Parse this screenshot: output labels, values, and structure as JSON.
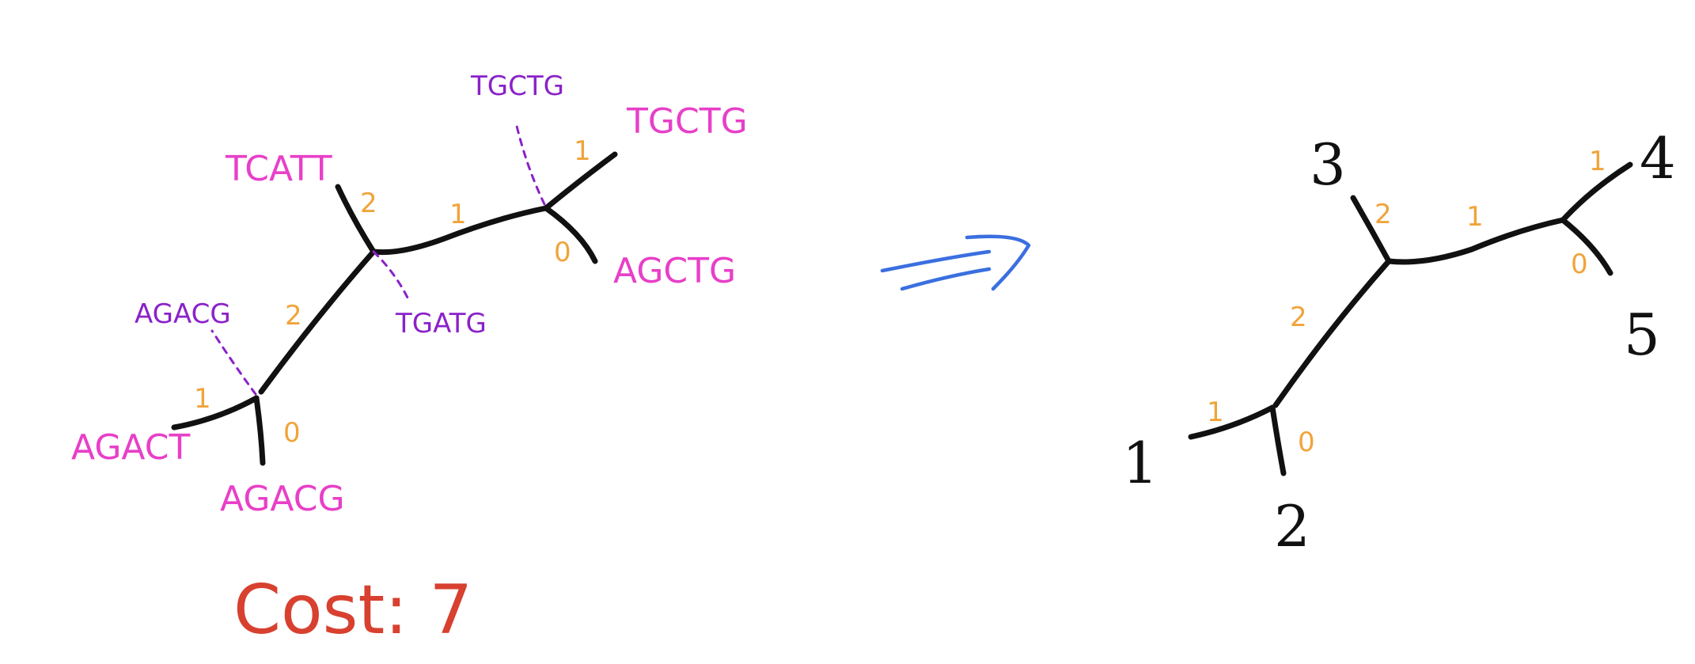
{
  "left_tree": {
    "leaves": {
      "tcatt": "TCATT",
      "tgctg_top": "TGCTG",
      "agctg": "AGCTG",
      "agact": "AGACT",
      "agacg_bottom": "AGACG"
    },
    "ancestors": {
      "agacg": "AGACG",
      "tgatg": "TGATG",
      "tgctg": "TGCTG"
    },
    "weights": {
      "w_tcatt": "2",
      "w_mid": "1",
      "w_tgctg": "1",
      "w_agctg": "0",
      "w_diag": "2",
      "w_agact": "1",
      "w_agacg": "0"
    },
    "cost": "Cost: 7"
  },
  "right_tree": {
    "leaf_numbers": [
      "1",
      "2",
      "3",
      "4",
      "5"
    ],
    "weights": {
      "w_3": "2",
      "w_mid": "1",
      "w_4": "1",
      "w_5": "0",
      "w_diag": "2",
      "w_1": "1",
      "w_2": "0"
    }
  },
  "colors": {
    "leaf_label": "#e83fc8",
    "ancestor_label": "#8a22c8",
    "weight": "#f0a43a",
    "cost": "#d8402f",
    "arrow": "#3b6fe0",
    "edge": "#111111"
  }
}
